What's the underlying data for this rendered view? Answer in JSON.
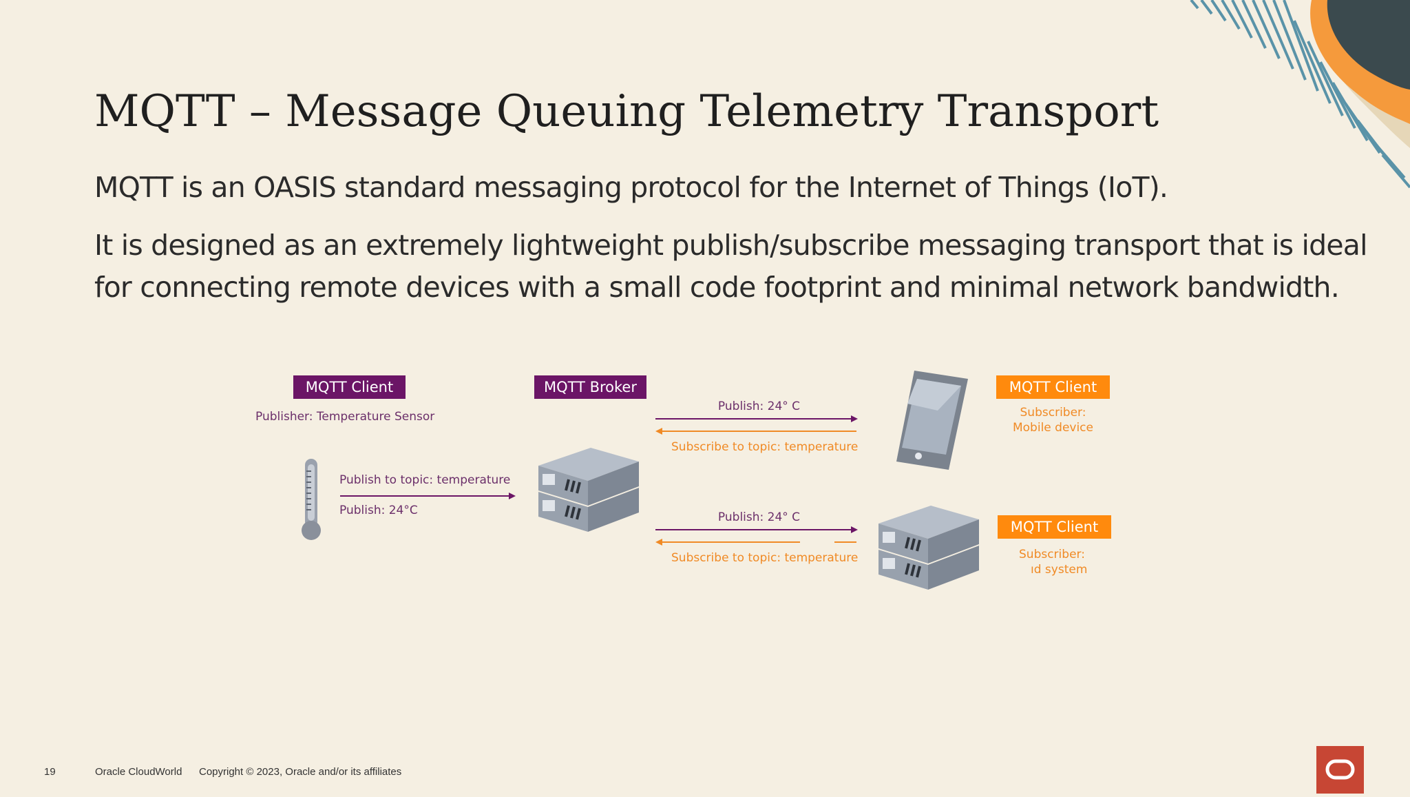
{
  "slide": {
    "title": "MQTT – Message Queuing Telemetry Transport",
    "paragraph1": "MQTT is an OASIS standard messaging protocol for the Internet of Things (IoT).",
    "paragraph2_line1": "It is designed as an extremely lightweight publish/subscribe messaging transport that is ideal",
    "paragraph2_line2": "for connecting remote devices with a small code footprint and minimal network bandwidth."
  },
  "diagram": {
    "publisher": {
      "chip": "MQTT Client",
      "role": "Publisher: Temperature Sensor",
      "publish_topic": "Publish to topic: temperature",
      "publish_value": "Publish: 24°C",
      "icon": "thermometer-icon"
    },
    "broker": {
      "chip": "MQTT Broker",
      "icon": "server-icon"
    },
    "link_top": {
      "publish": "Publish: 24° C",
      "subscribe": "Subscribe to topic: temperature"
    },
    "link_bottom": {
      "publish": "Publish: 24° C",
      "subscribe": "Subscribe to topic: temperature"
    },
    "subscriber_mobile": {
      "chip": "MQTT Client",
      "line1": "Subscriber:",
      "line2": "Mobile device",
      "icon": "smartphone-icon"
    },
    "subscriber_system": {
      "chip": "MQTT Client",
      "line1": "Subscriber:",
      "line2": "     ıd system",
      "icon": "server-icon"
    },
    "colors": {
      "publisher_purple": "#6b1566",
      "subscriber_orange": "#ff8a0d"
    }
  },
  "footer": {
    "page_number": "19",
    "event": "Oracle CloudWorld",
    "copyright": "Copyright © 2023, Oracle and/or its affiliates",
    "logo_icon": "oracle-logo-icon"
  }
}
